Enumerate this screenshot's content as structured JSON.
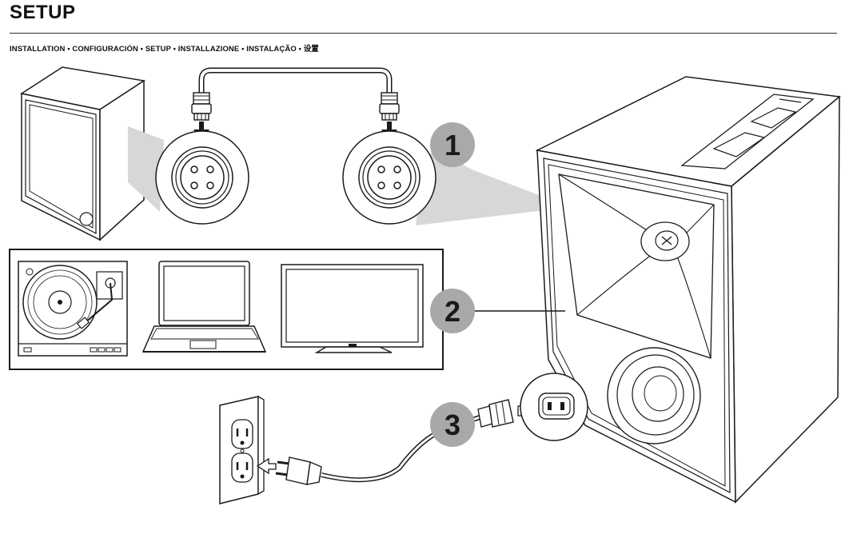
{
  "page": {
    "title": "SETUP",
    "subtitle": "INSTALLATION • CONFIGURACIÓN • SETUP • INSTALLAZIONE • INSTALAÇÃO • 设置"
  },
  "steps": [
    {
      "number": "1"
    },
    {
      "number": "2"
    },
    {
      "number": "3"
    }
  ],
  "colors": {
    "badge_fill": "#a9a9a9",
    "callout_fill": "#d7d7d7",
    "line": "#1a1a1a"
  }
}
